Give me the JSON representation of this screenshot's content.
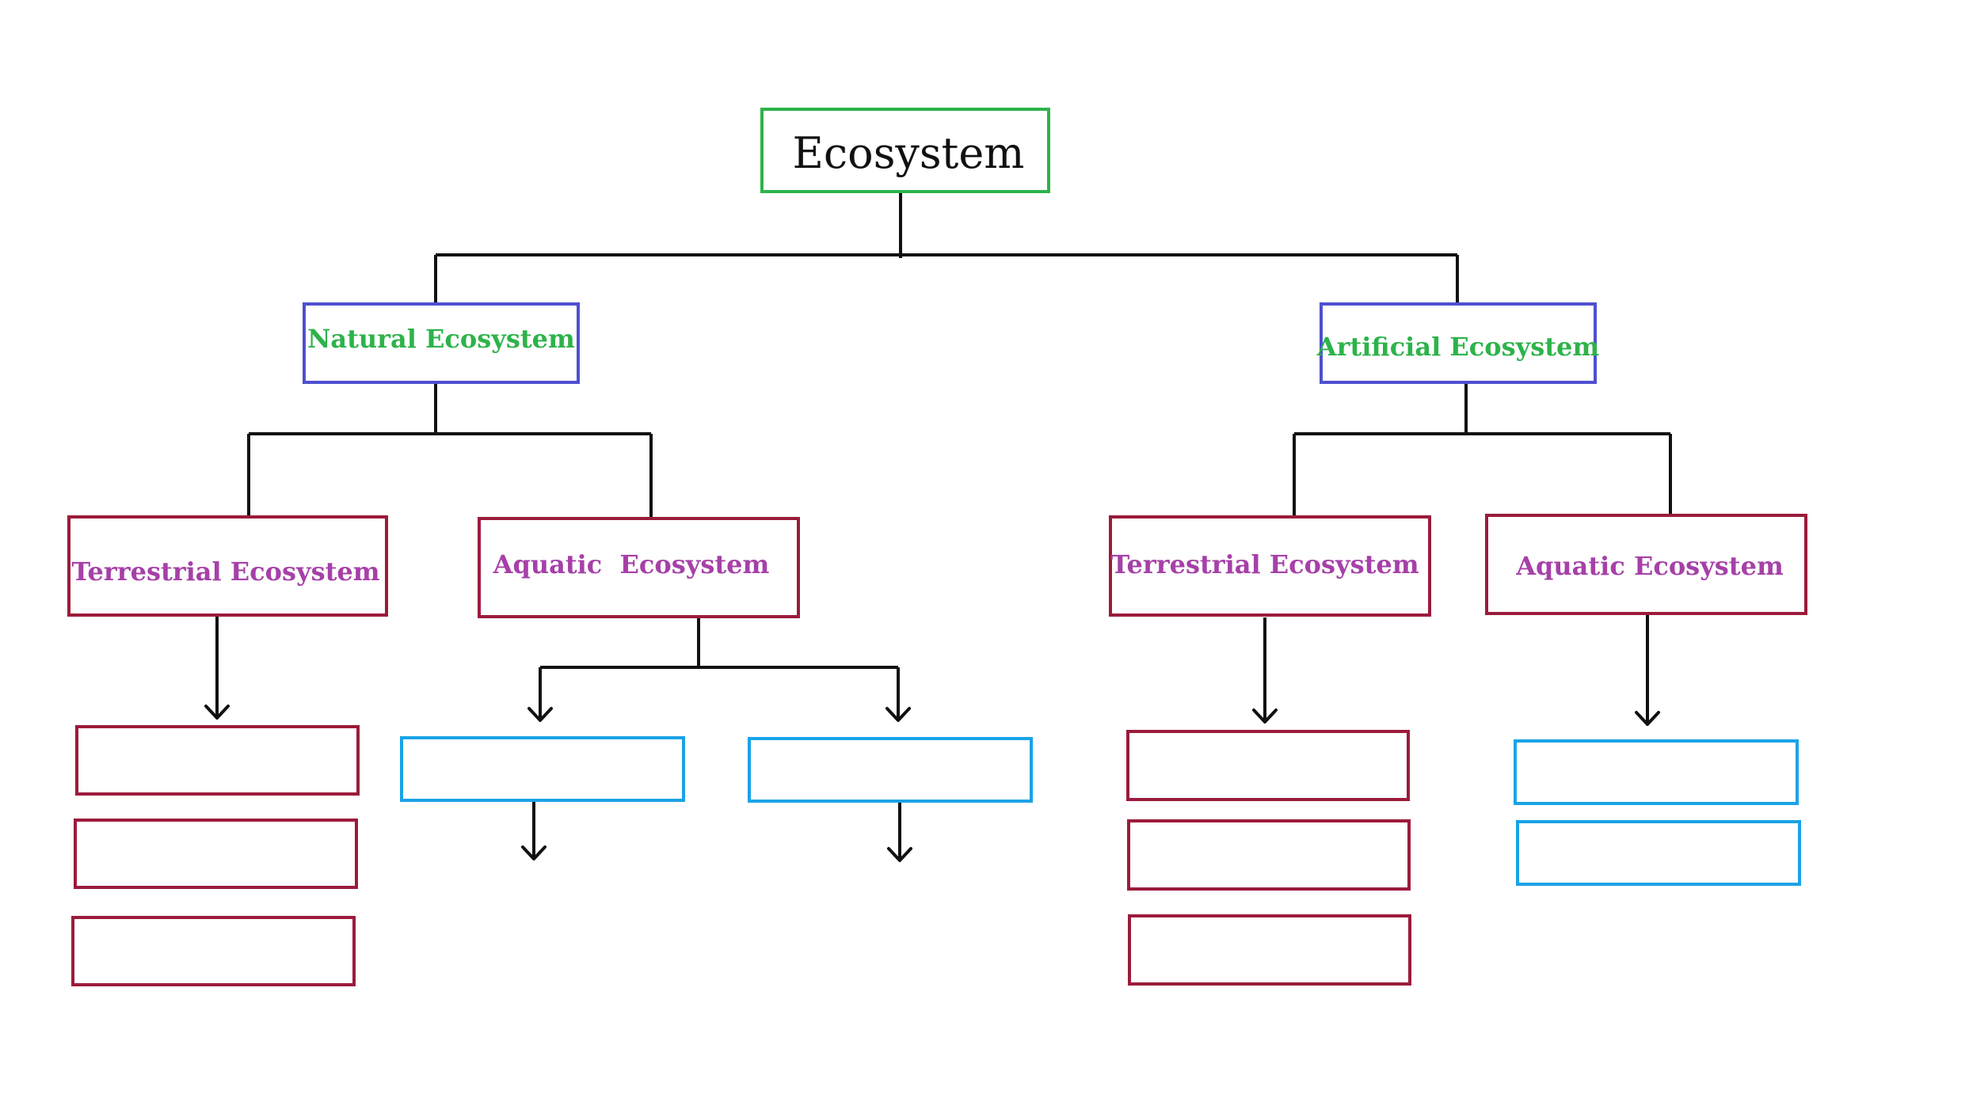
{
  "colors": {
    "root_border": "#2db34a",
    "level1_border": "#4f4fd0",
    "level1_text": "#2db34a",
    "level2_border": "#9b1b3b",
    "level2_text": "#a640a8",
    "terrestrial_leaf_border": "#9b1b3b",
    "aquatic_leaf_border": "#1aa3e6",
    "connector": "#111111"
  },
  "root": {
    "label": "Ecosystem"
  },
  "branches": [
    {
      "label": "Natural Ecosystem",
      "children": [
        {
          "label": "Terrestrial Ecosystem"
        },
        {
          "label": "Aquatic  Ecosystem"
        }
      ]
    },
    {
      "label": "Artificial Ecosystem",
      "children": [
        {
          "label": "Terrestrial Ecosystem"
        },
        {
          "label": "Aquatic Ecosystem"
        }
      ]
    }
  ]
}
